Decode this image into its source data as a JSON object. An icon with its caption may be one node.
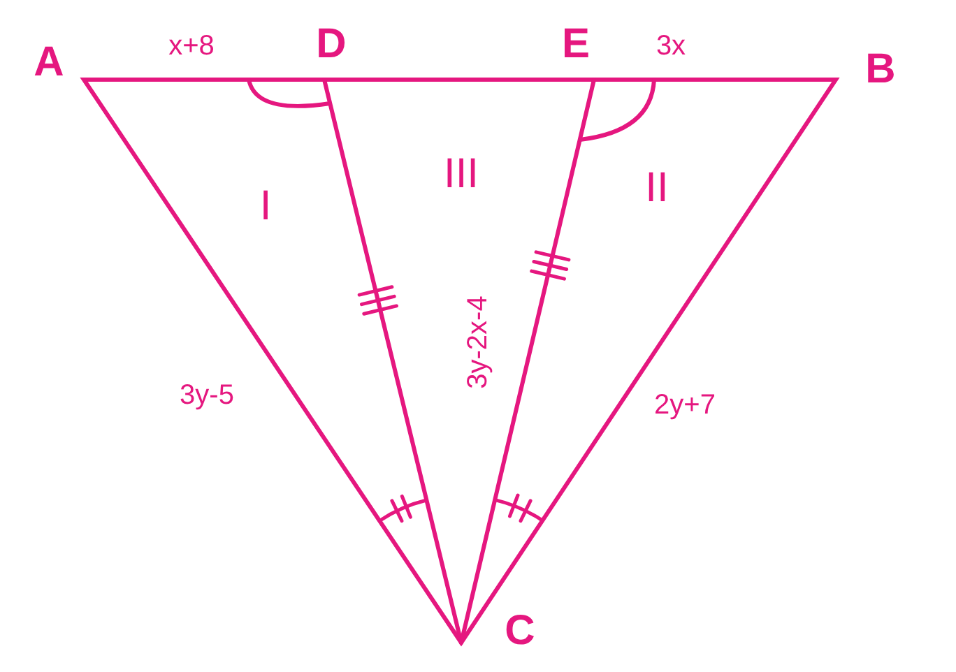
{
  "diagram": {
    "labels": [
      "A",
      "x+8",
      "D",
      "E",
      "3x",
      "B",
      "I",
      "III",
      "II",
      "3y-2x-4",
      "3y-5",
      "2y+7",
      "C"
    ]
  }
}
